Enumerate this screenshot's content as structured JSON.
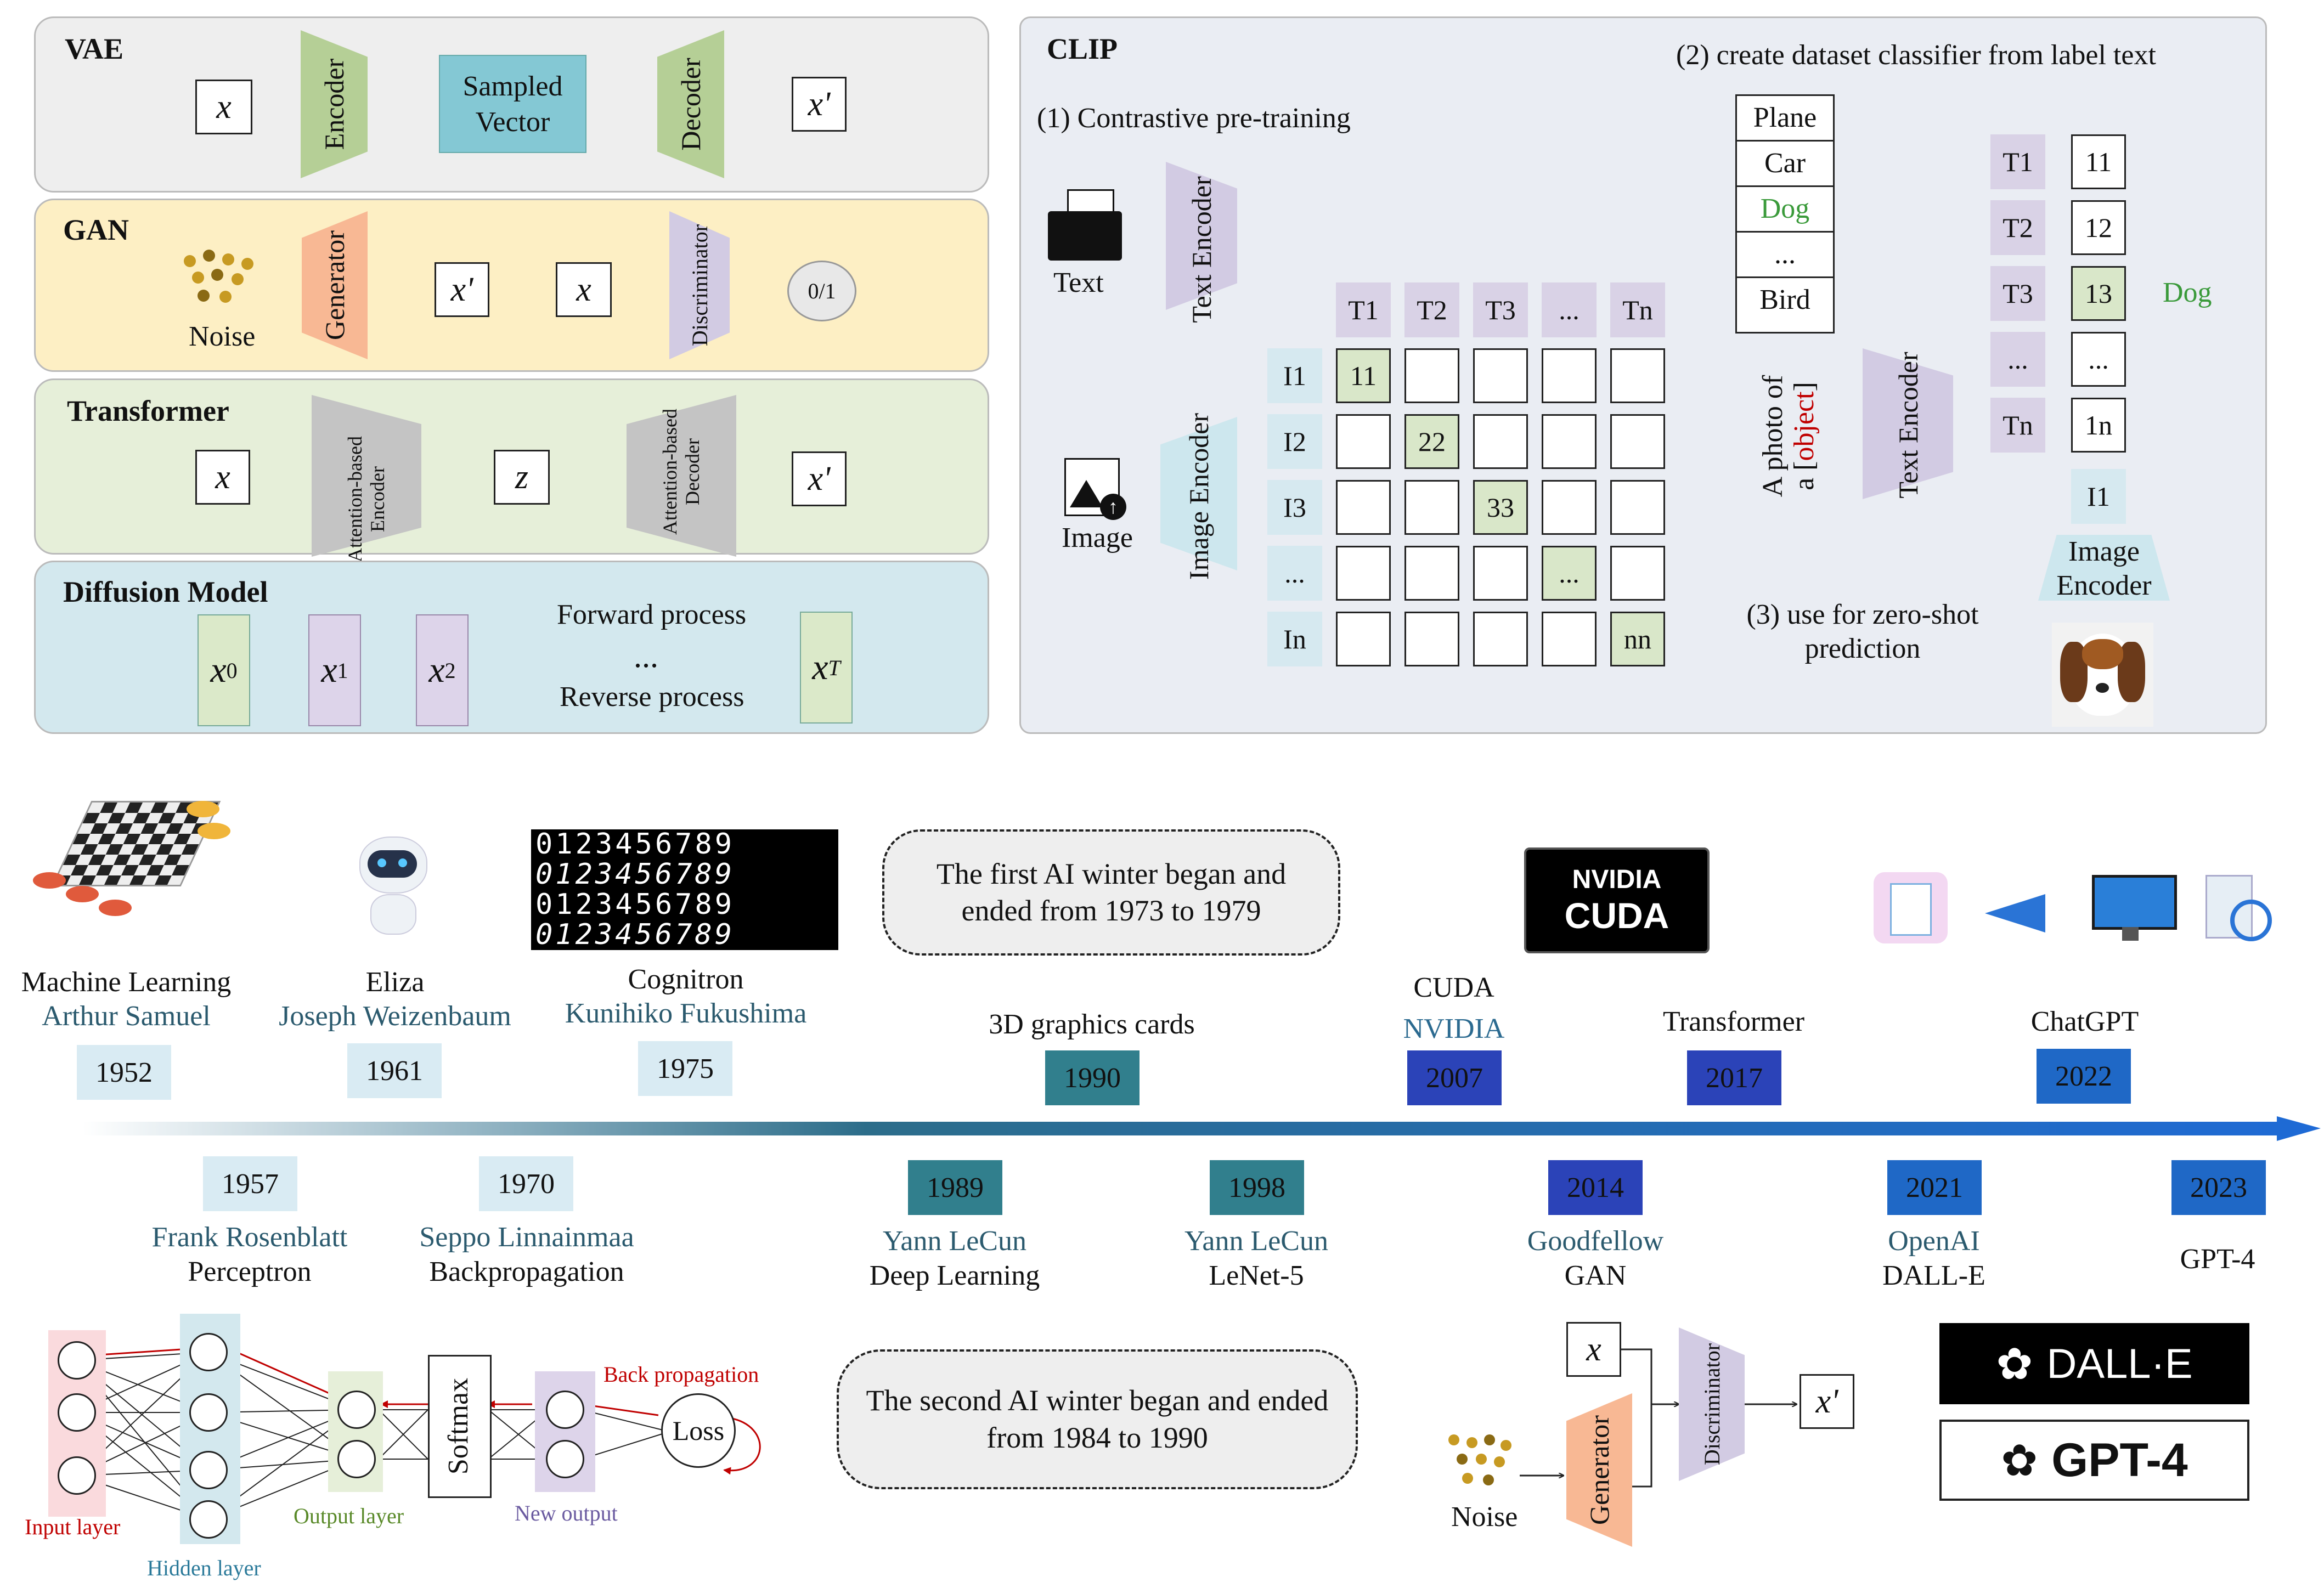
{
  "vae": {
    "title": "VAE",
    "input": "x",
    "encoder": "Encoder",
    "sampled": "Sampled Vector",
    "decoder": "Decoder",
    "output": "x'"
  },
  "gan": {
    "title": "GAN",
    "noise": "Noise",
    "generator": "Generator",
    "gen_out": "x'",
    "disc_in": "x",
    "discriminator": "Discriminator",
    "result": "0/1"
  },
  "transformer": {
    "title": "Transformer",
    "input": "x",
    "encoder": "Attention-based Encoder",
    "latent": "z",
    "decoder": "Attention-based Decoder",
    "output": "x'"
  },
  "diffusion": {
    "title": "Diffusion Model",
    "x0": "x",
    "x0_sub": "0",
    "x1": "x",
    "x1_sub": "1",
    "x2": "x",
    "x2_sub": "2",
    "dots": "...",
    "xT": "x",
    "xT_sub": "T",
    "forward": "Forward process",
    "reverse": "Reverse process"
  },
  "clip": {
    "title": "CLIP",
    "step1": "(1) Contrastive  pre-training",
    "step2": "(2) create dataset classifier from label text",
    "step3": "(3) use for zero-shot prediction",
    "text_label": "Text",
    "image_label": "Image",
    "text_encoder": "Text Encoder",
    "image_encoder": "Image Encoder",
    "t_headers": [
      "T1",
      "T2",
      "T3",
      "...",
      "Tn"
    ],
    "i_headers": [
      "I1",
      "I2",
      "I3",
      "...",
      "In"
    ],
    "diag": [
      "11",
      "22",
      "33",
      "...",
      "nn"
    ],
    "classes": [
      "Plane",
      "Car",
      "Dog",
      "...",
      "Bird"
    ],
    "prompt_prefix": "A photo of",
    "prompt_a": "a [",
    "prompt_obj": "object",
    "prompt_end": "]",
    "t_list": [
      "T1",
      "T2",
      "T3",
      "...",
      "Tn"
    ],
    "i_list": [
      "11",
      "12",
      "13",
      "...",
      "1n"
    ],
    "i1": "I1",
    "pred": "Dog",
    "colors": {
      "dog": "#3a9a3a",
      "object": "#c00000"
    }
  },
  "timeline": {
    "top": [
      {
        "title": "Machine Learning",
        "who": "Arthur Samuel",
        "year": "1952"
      },
      {
        "title": "Eliza",
        "who": "Joseph Weizenbaum",
        "year": "1961"
      },
      {
        "title": "Cognitron",
        "who": "Kunihiko Fukushima",
        "year": "1975"
      },
      {
        "title": "3D graphics cards",
        "year": "1990"
      },
      {
        "title": "CUDA",
        "who": "NVIDIA",
        "year": "2007"
      },
      {
        "title": "Transformer",
        "year": "2017"
      },
      {
        "title": "ChatGPT",
        "year": "2022"
      }
    ],
    "bottom": [
      {
        "year": "1957",
        "who": "Frank Rosenblatt",
        "title": "Perceptron"
      },
      {
        "year": "1970",
        "who": "Seppo Linnainmaa",
        "title": "Backpropagation"
      },
      {
        "year": "1989",
        "who": "Yann LeCun",
        "title": "Deep Learning"
      },
      {
        "year": "1998",
        "who": "Yann LeCun",
        "title": "LeNet-5"
      },
      {
        "year": "2014",
        "who": "Goodfellow",
        "title": "GAN"
      },
      {
        "year": "2021",
        "who": "OpenAI",
        "title": "DALL-E"
      },
      {
        "year": "2023",
        "title": "GPT-4"
      }
    ],
    "winter1": "The first AI winter began and ended from 1973 to 1979",
    "winter2": "The second AI winter began and ended from 1984 to 1990"
  },
  "nn": {
    "input": "Input layer",
    "hidden": "Hidden layer",
    "output": "Output layer",
    "softmax": "Softmax",
    "new_output": "New output",
    "backprop": "Back propagation",
    "loss": "Loss"
  },
  "gan2": {
    "x": "x",
    "noise": "Noise",
    "generator": "Generator",
    "discriminator": "Discriminator",
    "out": "x'"
  },
  "logos": {
    "nvidia": "NVIDIA",
    "cuda": "CUDA",
    "dalle": "DALL·E",
    "gpt4": "GPT-4"
  },
  "digits_row": "0123456789"
}
